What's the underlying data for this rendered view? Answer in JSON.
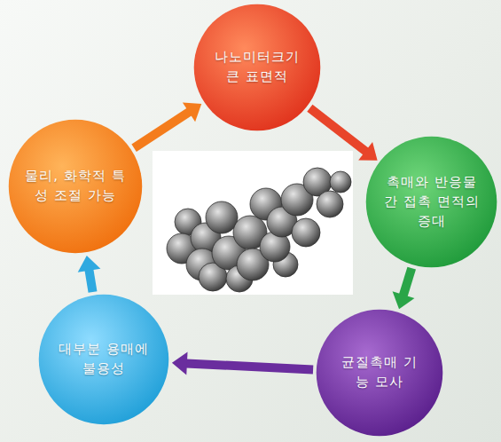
{
  "diagram": {
    "nodes": [
      {
        "text": [
          "나노미터크기 큰 표면적"
        ]
      },
      {
        "text": [
          "촉매와 반응물 간 접촉 면적의 증대"
        ]
      },
      {
        "text": [
          "균질촉매 기능 모사"
        ]
      },
      {
        "text": [
          "대부분 용매에 불용성"
        ]
      },
      {
        "text": [
          "물리, 화학적 특성 조절 가능"
        ]
      }
    ],
    "edges": [
      {
        "from": 0,
        "to": 1,
        "arrow": "to"
      },
      {
        "from": 1,
        "to": 2,
        "arrow": "to"
      },
      {
        "from": 2,
        "to": 3,
        "arrow": "to"
      },
      {
        "from": 3,
        "to": 4,
        "arrow": "to"
      },
      {
        "from": 4,
        "to": 0,
        "arrow": "to"
      }
    ]
  }
}
